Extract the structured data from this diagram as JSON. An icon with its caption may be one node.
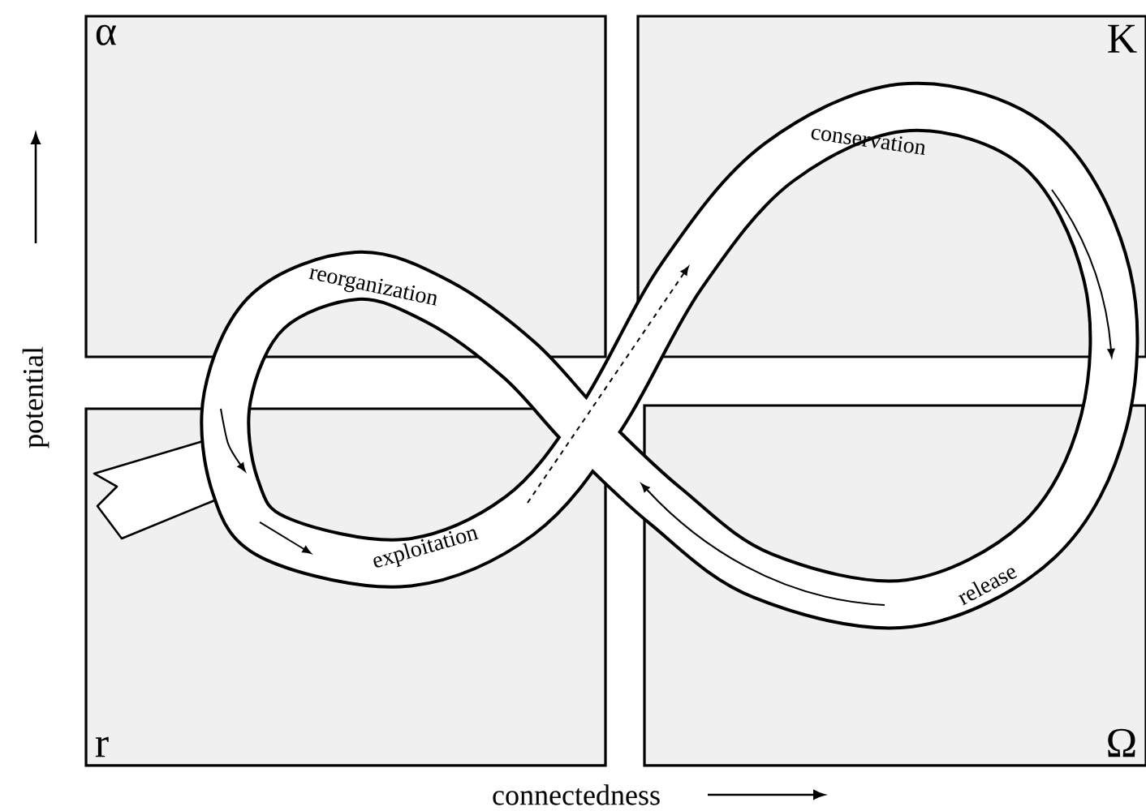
{
  "diagram": {
    "nodes": [
      {
        "text": [
          "α"
        ]
      },
      {
        "text": [
          "K"
        ]
      },
      {
        "text": [
          "r"
        ]
      },
      {
        "text": [
          "Ω"
        ]
      }
    ],
    "labels": [
      "conservation",
      "reorganization",
      "potential",
      "exploitation",
      "release",
      "connectedness"
    ]
  }
}
